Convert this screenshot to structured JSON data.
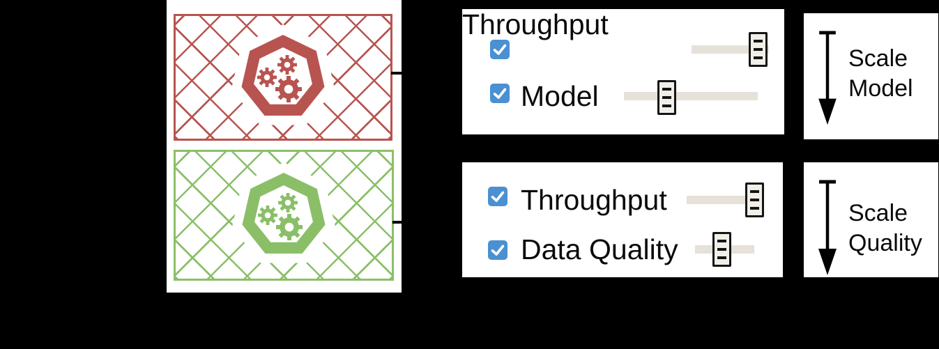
{
  "background_color": "#000000",
  "colors": {
    "cluster_red": "#b85450",
    "cluster_green": "#8abf68",
    "checkbox_blue": "#4a90d2",
    "slider_track": "#e6e1d9",
    "slider_handle_fill": "#f2efe8",
    "panel_background": "#ffffff"
  },
  "cluster_panel": {
    "clusters": [
      {
        "name": "red-cluster",
        "color": "#b85450",
        "icon": "kubernetes-cluster-icon"
      },
      {
        "name": "green-cluster",
        "color": "#8abf68",
        "icon": "kubernetes-cluster-icon"
      }
    ]
  },
  "control_panels": [
    {
      "rows": [
        {
          "label": "Throughput",
          "checked": true,
          "slider_pct": 97
        },
        {
          "label": "Model",
          "checked": true,
          "slider_pct": 30
        }
      ]
    },
    {
      "rows": [
        {
          "label": "Throughput",
          "checked": true,
          "slider_pct": 97
        },
        {
          "label": "Data Quality",
          "checked": true,
          "slider_pct": 42
        }
      ]
    }
  ],
  "action_panels": [
    {
      "icon": "down-arrow-icon",
      "line1": "Scale",
      "line2": "Model"
    },
    {
      "icon": "down-arrow-icon",
      "line1": "Scale",
      "line2": "Quality"
    }
  ]
}
